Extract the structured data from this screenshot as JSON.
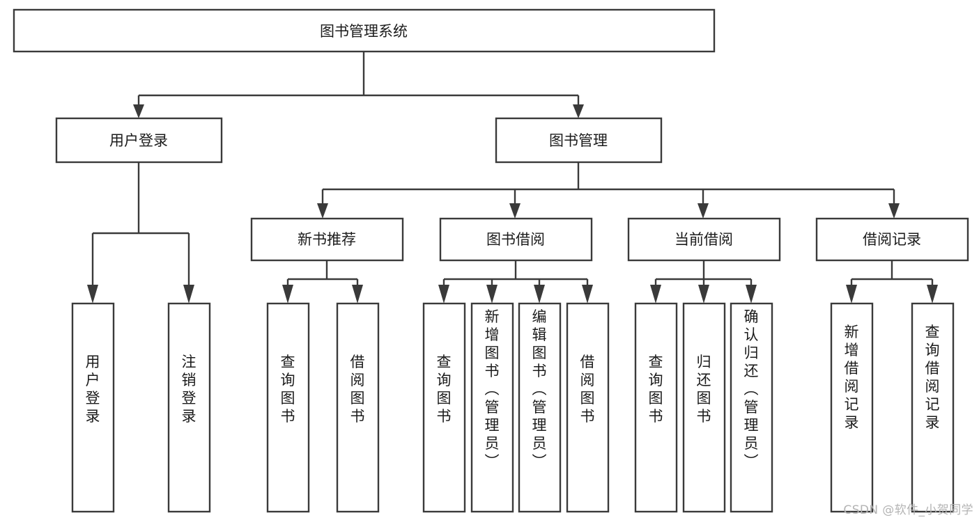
{
  "diagram": {
    "type": "tree-hierarchy",
    "title": "图书管理系统",
    "root": {
      "id": "root",
      "label": "图书管理系统"
    },
    "level2": [
      {
        "id": "user-login",
        "label": "用户登录"
      },
      {
        "id": "book-management",
        "label": "图书管理"
      }
    ],
    "level3": [
      {
        "id": "new-book-recommend",
        "label": "新书推荐",
        "parent": "book-management"
      },
      {
        "id": "book-borrow",
        "label": "图书借阅",
        "parent": "book-management"
      },
      {
        "id": "current-borrow",
        "label": "当前借阅",
        "parent": "book-management"
      },
      {
        "id": "borrow-record",
        "label": "借阅记录",
        "parent": "book-management"
      }
    ],
    "leaves": [
      {
        "id": "leaf-user-login",
        "label": "用户登录",
        "parent": "user-login"
      },
      {
        "id": "leaf-logout-login",
        "label": "注销登录",
        "parent": "user-login"
      },
      {
        "id": "leaf-query-book-1",
        "label": "查询图书",
        "parent": "new-book-recommend"
      },
      {
        "id": "leaf-borrow-book-1",
        "label": "借阅图书",
        "parent": "new-book-recommend"
      },
      {
        "id": "leaf-query-book-2",
        "label": "查询图书",
        "parent": "book-borrow"
      },
      {
        "id": "leaf-add-book",
        "label": "新增图书（管理员）",
        "parent": "book-borrow"
      },
      {
        "id": "leaf-edit-book",
        "label": "编辑图书（管理员）",
        "parent": "book-borrow"
      },
      {
        "id": "leaf-borrow-book-2",
        "label": "借阅图书",
        "parent": "book-borrow"
      },
      {
        "id": "leaf-query-book-3",
        "label": "查询图书",
        "parent": "current-borrow"
      },
      {
        "id": "leaf-return-book",
        "label": "归还图书",
        "parent": "current-borrow"
      },
      {
        "id": "leaf-confirm-return",
        "label": "确认归还（管理员）",
        "parent": "current-borrow"
      },
      {
        "id": "leaf-add-record",
        "label": "新增借阅记录",
        "parent": "borrow-record"
      },
      {
        "id": "leaf-query-record",
        "label": "查询借阅记录",
        "parent": "borrow-record"
      }
    ],
    "colors": {
      "box_fill": "#ffffff",
      "box_stroke": "#3a3a3a",
      "text": "#1b1b1b",
      "background": "#ffffff",
      "watermark": "#b4b4b4"
    }
  },
  "watermark": {
    "text": "CSDN @软件_小贺同学"
  }
}
